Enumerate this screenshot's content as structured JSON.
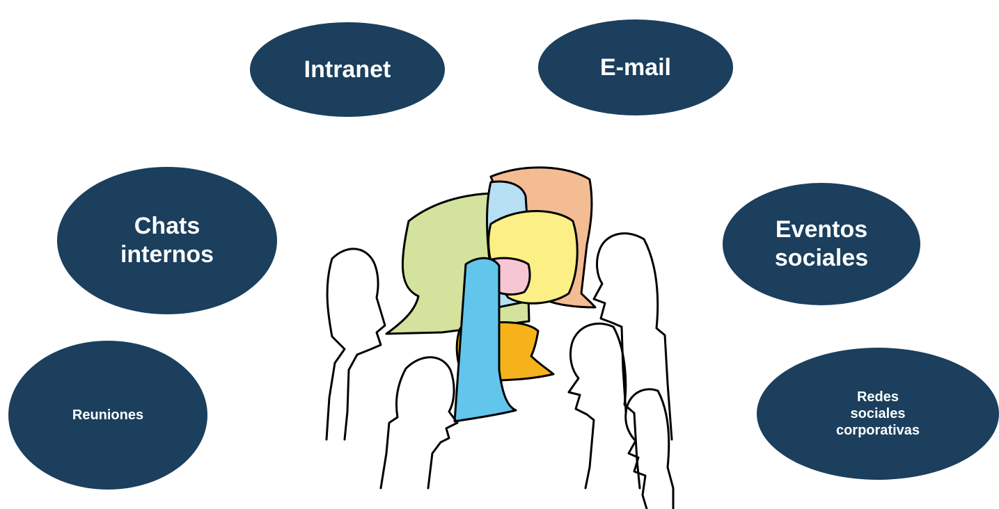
{
  "colors": {
    "bubble_fill": "#1b3f5d",
    "bubble_text": "#ffffff",
    "speech_green": "#d3e29d",
    "speech_orange": "#f4bc93",
    "speech_lightblue": "#b6dff3",
    "speech_yellow": "#fbef85",
    "speech_gold": "#f6b21b",
    "speech_pink": "#f7c6d3",
    "speech_blue": "#61c5ec",
    "line": "#000000"
  },
  "bubbles": {
    "intranet": "Intranet",
    "email": "E-mail",
    "chats": "Chats\ninternos",
    "eventos": "Eventos\nsociales",
    "reuniones": "Reuniones",
    "redes": "Redes\nsociales\ncorporativas"
  },
  "illustration": {
    "icon": "people-talking-illustration"
  }
}
